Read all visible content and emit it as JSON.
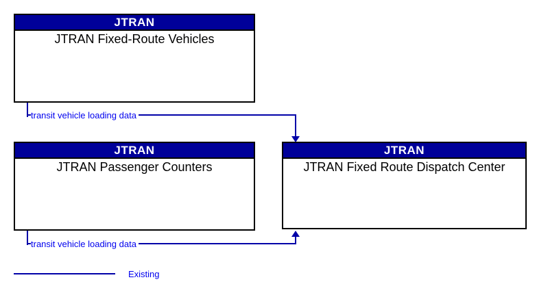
{
  "diagram": {
    "entities": [
      {
        "id": "fixed-route-vehicles",
        "header": "JTRAN",
        "name": "JTRAN Fixed-Route Vehicles"
      },
      {
        "id": "passenger-counters",
        "header": "JTRAN",
        "name": "JTRAN Passenger Counters"
      },
      {
        "id": "dispatch-center",
        "header": "JTRAN",
        "name": "JTRAN Fixed Route Dispatch Center"
      }
    ],
    "flows": [
      {
        "label": "transit vehicle loading data",
        "from": "JTRAN Fixed-Route Vehicles",
        "to": "JTRAN Fixed Route Dispatch Center"
      },
      {
        "label": "transit vehicle loading data",
        "from": "JTRAN Passenger Counters",
        "to": "JTRAN Fixed Route Dispatch Center"
      }
    ],
    "legend": {
      "label": "Existing"
    },
    "colors": {
      "header_bg": "#000099",
      "header_text": "#ffffff",
      "line": "#0000a8",
      "label_text": "#0000ee",
      "border": "#000000",
      "background": "#ffffff"
    }
  }
}
